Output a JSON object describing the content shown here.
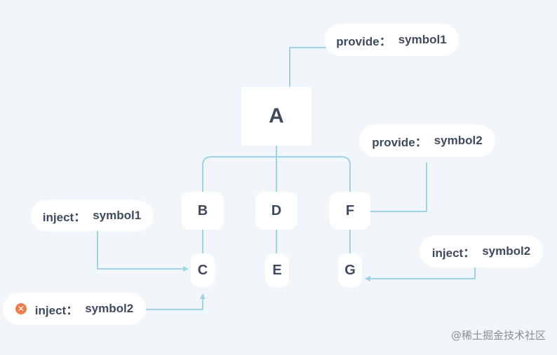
{
  "nodes": {
    "A": "A",
    "B": "B",
    "C": "C",
    "D": "D",
    "E": "E",
    "F": "F",
    "G": "G"
  },
  "annotations": {
    "provide_symbol1": {
      "key": "provide：",
      "value": "symbol1"
    },
    "provide_symbol2": {
      "key": "provide：",
      "value": "symbol2"
    },
    "inject_symbol1": {
      "key": "inject：",
      "value": "symbol1"
    },
    "inject_symbol2_g": {
      "key": "inject：",
      "value": "symbol2"
    },
    "inject_symbol2_c": {
      "key": "inject：",
      "value": "symbol2",
      "icon": "error-x-icon",
      "icon_glyph": "✕"
    }
  },
  "colors": {
    "background": "#f0f6f9",
    "connector": "#9fd3e6",
    "text": "#3e4a5e",
    "error": "#f07b4a"
  },
  "watermark": "@稀土掘金技术社区"
}
